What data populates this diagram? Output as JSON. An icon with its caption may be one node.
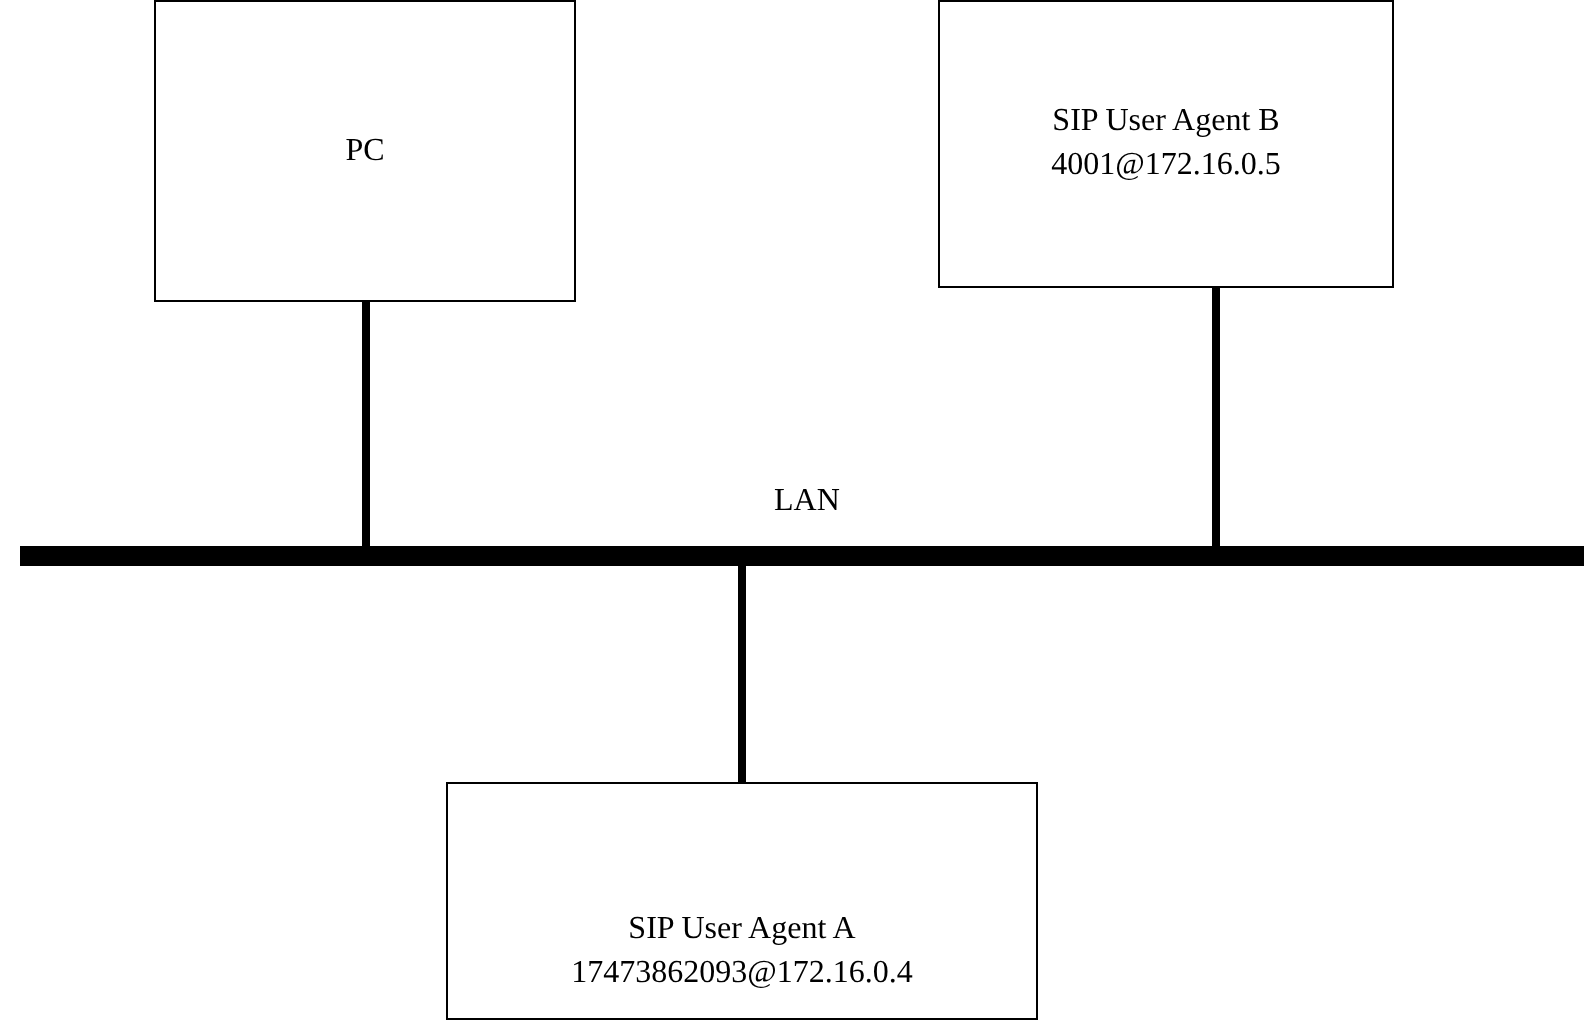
{
  "diagram": {
    "nodes": [
      {
        "text": [
          "PC"
        ]
      },
      {
        "text": [
          "SIP User Agent B",
          "4001@172.16.0.5"
        ]
      },
      {
        "text": [
          "LAN"
        ]
      },
      {
        "text": [
          "SIP User Agent A",
          "17473862093@172.16.0.4"
        ]
      }
    ],
    "edges": [
      {
        "from": 0,
        "to": 2,
        "arrow": "none"
      },
      {
        "from": 1,
        "to": 2,
        "arrow": "none"
      },
      {
        "from": 2,
        "to": 3,
        "arrow": "none"
      }
    ]
  }
}
